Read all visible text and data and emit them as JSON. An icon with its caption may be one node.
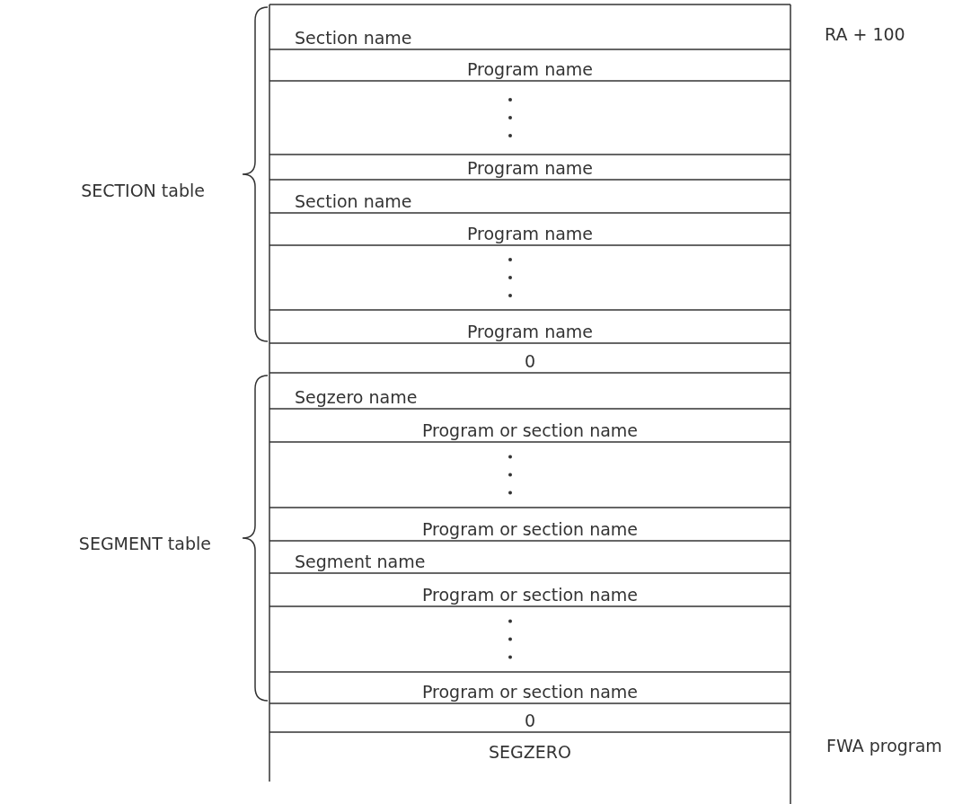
{
  "diagram": {
    "labels": [
      "Section name",
      "RA + 100",
      "Program name",
      "Program name",
      "SECTION table",
      "Section name",
      "Program name",
      "Program name",
      "0",
      "Segzero name",
      "Program or section name",
      "Program or section name",
      "SEGMENT table",
      "Segment name",
      "Program or section name",
      "Program or section name",
      "0",
      "SEGZERO",
      "FWA program"
    ]
  }
}
